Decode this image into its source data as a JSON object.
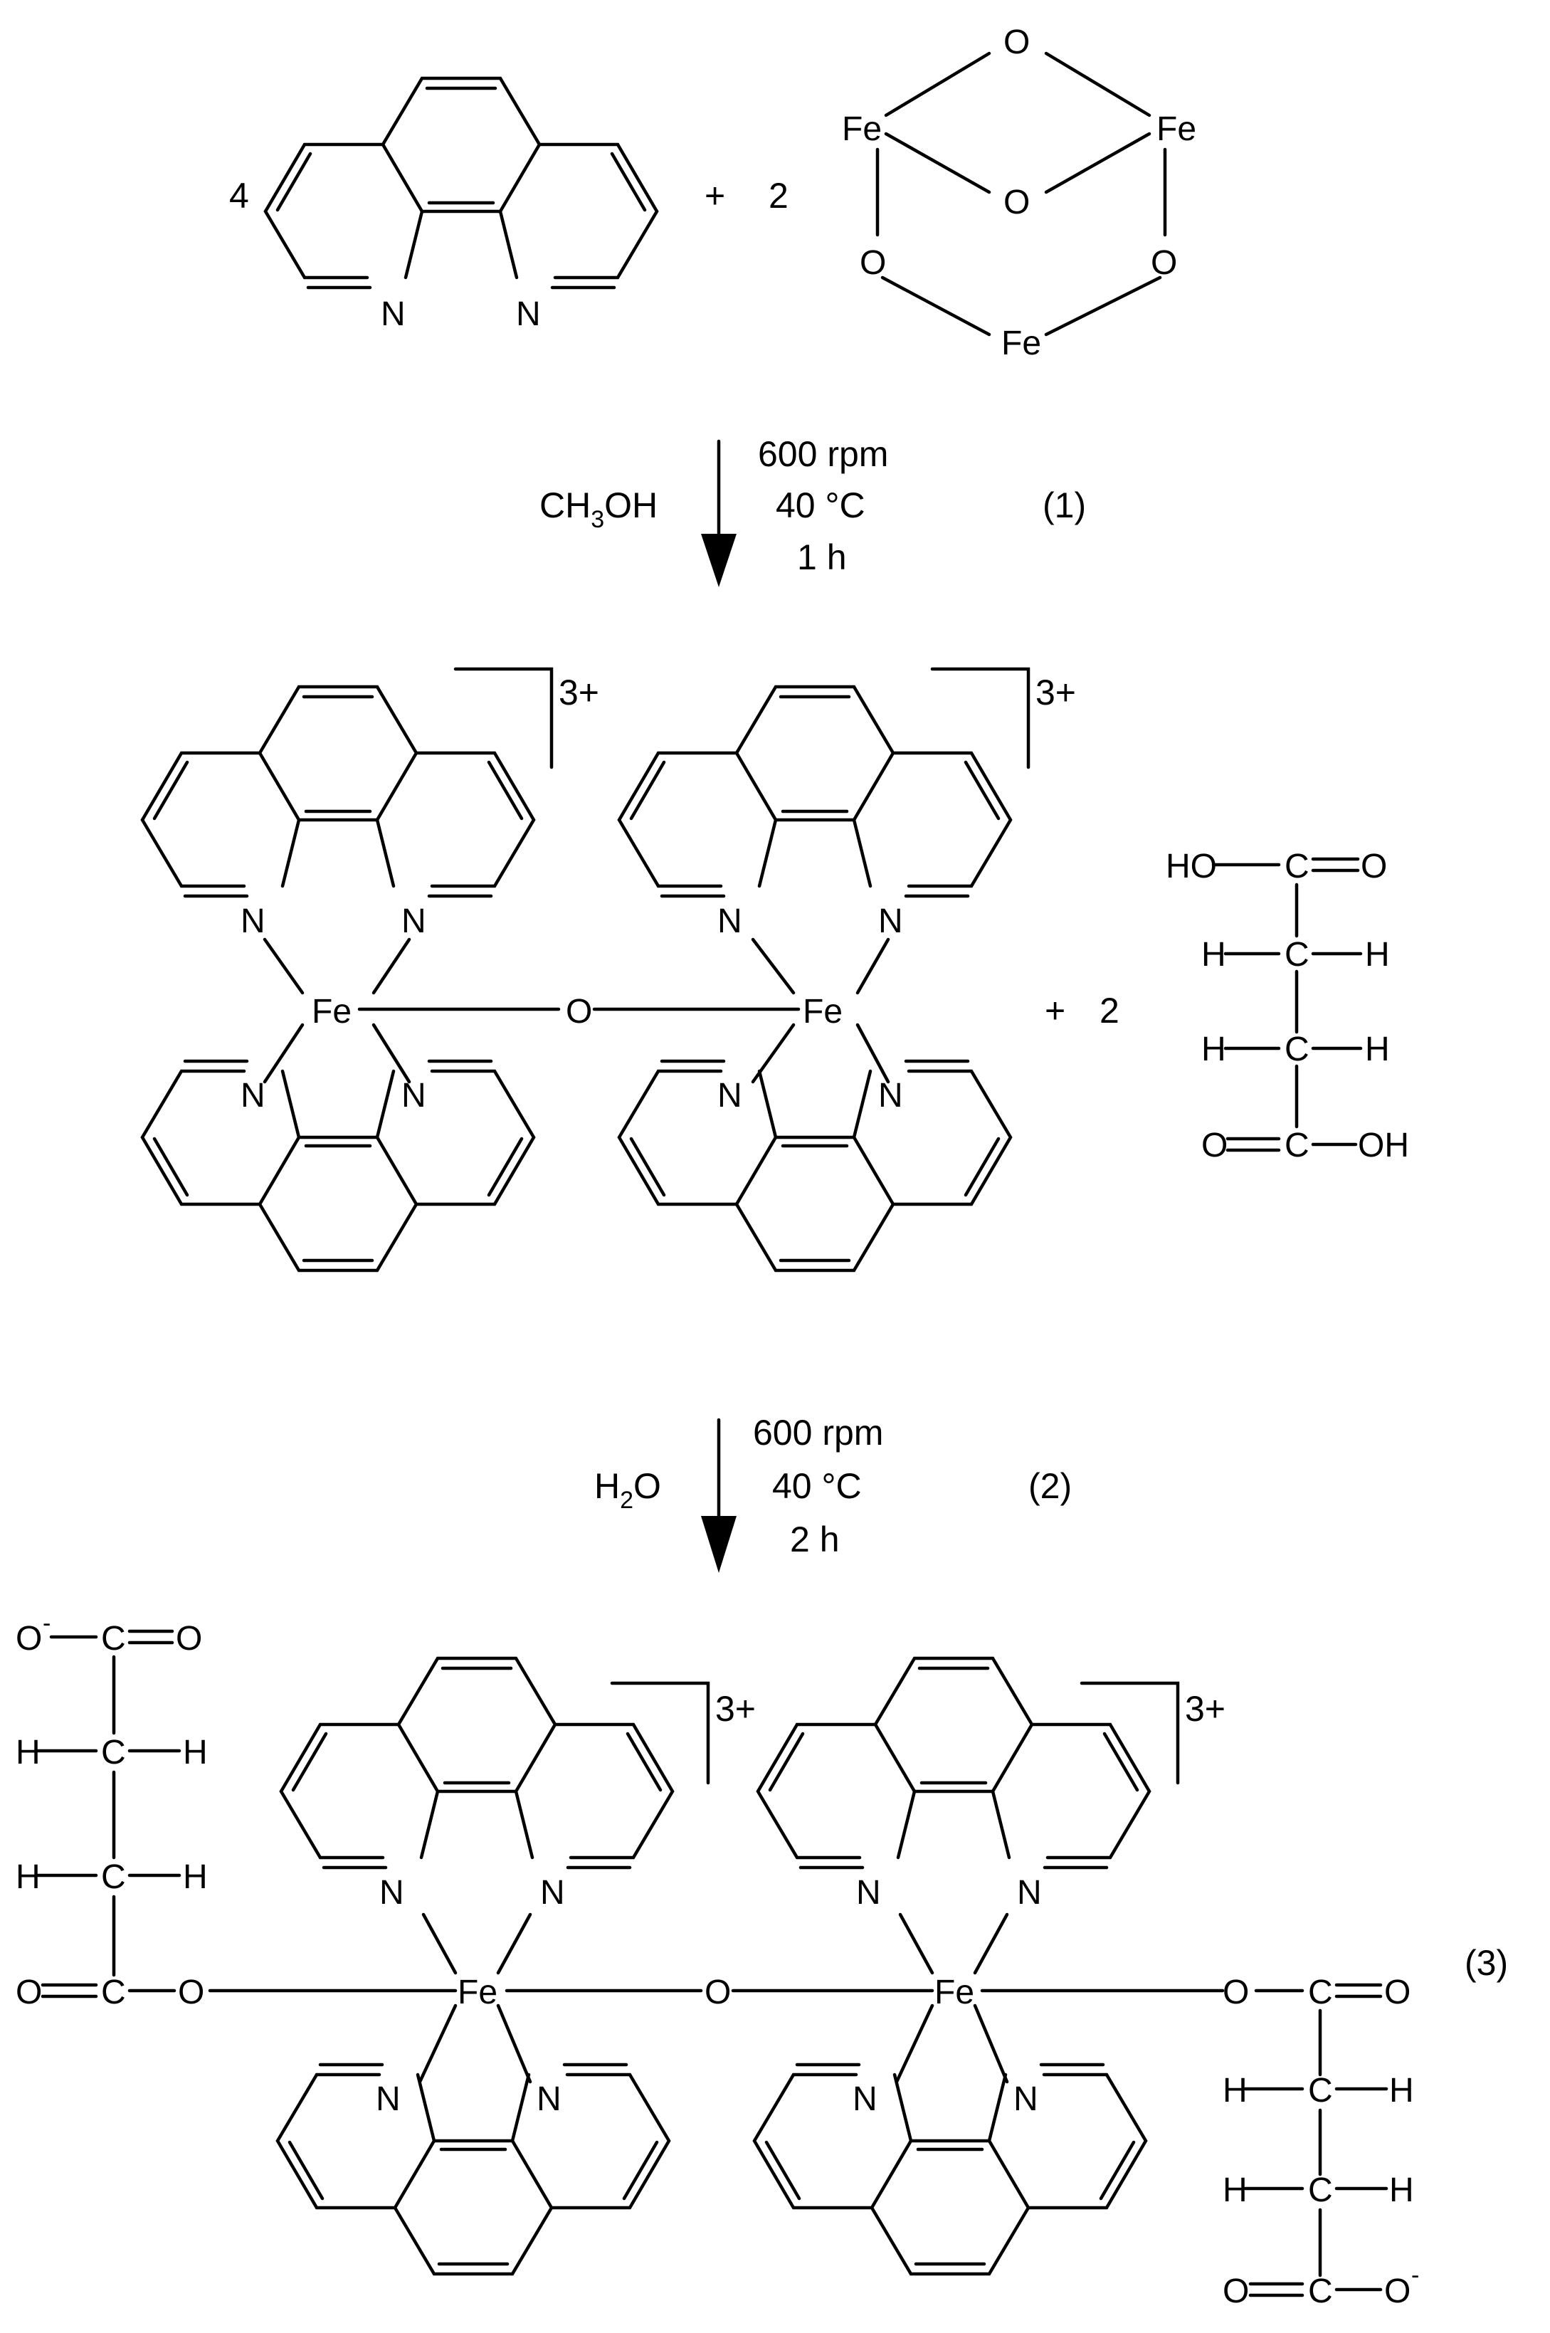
{
  "coefficients": {
    "phen": "4",
    "fe_oxide": "2",
    "succinic": "2"
  },
  "plus": "+",
  "atoms": {
    "Fe": "Fe",
    "O": "O",
    "N": "N",
    "H": "H",
    "C": "C",
    "HO": "HO",
    "OH": "OH"
  },
  "charge": "3+",
  "minus": "-",
  "step1": {
    "solvent_main": "CH",
    "solvent_sub": "3",
    "solvent_end": "OH",
    "speed": "600 rpm",
    "temp": "40 °C",
    "time": "1 h",
    "label": "(1)"
  },
  "step2": {
    "solvent_main": "H",
    "solvent_sub": "2",
    "solvent_end": "O",
    "speed": "600 rpm",
    "temp": "40 °C",
    "time": "2 h",
    "label": "(2)"
  },
  "step3_label": "(3)"
}
